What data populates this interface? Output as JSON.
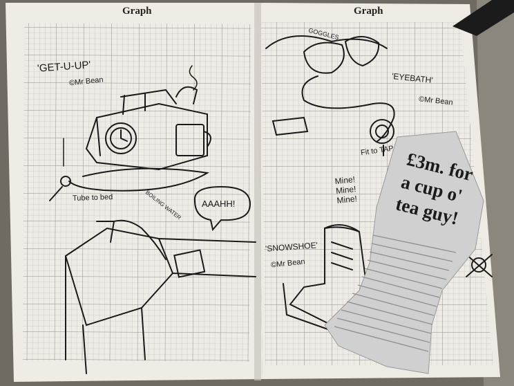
{
  "pages": {
    "left_title": "Graph",
    "right_title": "Graph"
  },
  "sketch_labels": {
    "get_u_up": "'GET-U-UP'",
    "credit_1": "©Mr Bean",
    "tube_to_bed": "Tube to bed",
    "boiling_water": "BOILING WATER",
    "aaahh": "AAAHH!",
    "goggles": "GOGGLES",
    "eyebath": "'EYEBATH'",
    "credit_2": "©Mr Bean",
    "fit_to_tap": "Fit to TAP",
    "snowshoe": "'SNOWSHOE'",
    "credit_3": "©Mr Bean",
    "mine": "Mine! Mine! Mine!"
  },
  "clipping": {
    "headline_line1": "£3m. for",
    "headline_line2": "a cup o'",
    "headline_line3": "tea guy!"
  },
  "colors": {
    "paper": "#efece6",
    "grid": "#a8a8a8",
    "ink": "#1a1a1a",
    "background": "#6f6b63",
    "clipping": "#cfcfcf"
  }
}
